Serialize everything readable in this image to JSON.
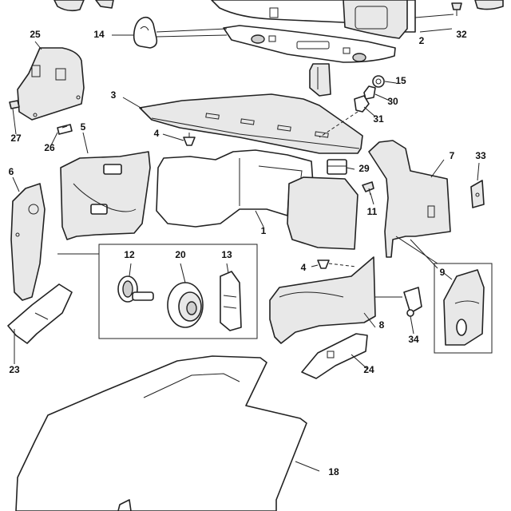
{
  "callouts": {
    "c1": "1",
    "c2": "2",
    "c3": "3",
    "c4a": "4",
    "c4b": "4",
    "c5": "5",
    "c6": "6",
    "c7": "7",
    "c8": "8",
    "c9": "9",
    "c11": "11",
    "c12": "12",
    "c13": "13",
    "c14": "14",
    "c15": "15",
    "c18": "18",
    "c20": "20",
    "c23": "23",
    "c24": "24",
    "c25": "25",
    "c26": "26",
    "c27": "27",
    "c29": "29",
    "c30": "30",
    "c31": "31",
    "c32": "32",
    "c33": "33",
    "c34": "34"
  }
}
